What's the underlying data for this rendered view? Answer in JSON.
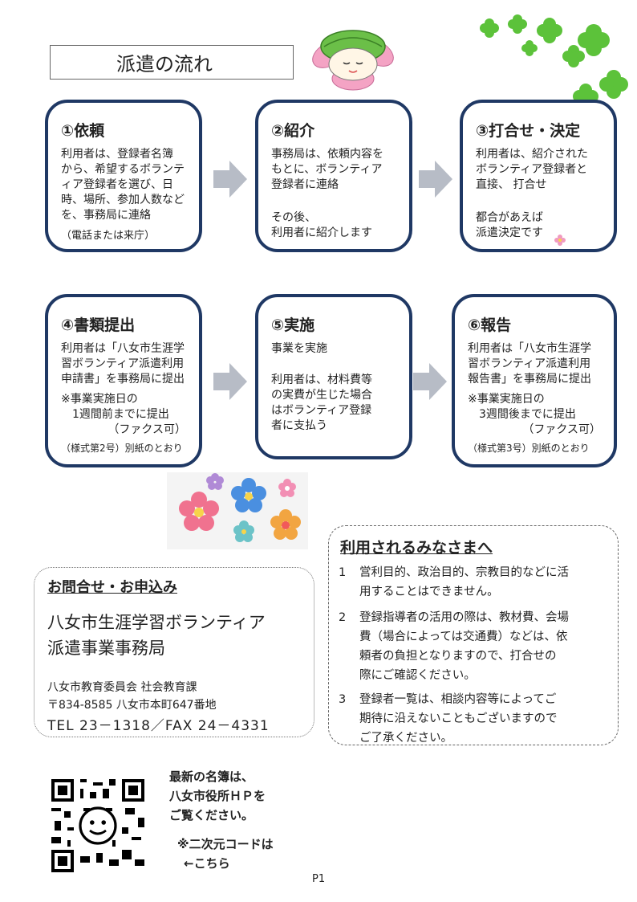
{
  "page_title": "派遣の流れ",
  "steps": [
    {
      "heading": "①依頼",
      "text": "利用者は、登録者名簿\nから、希望するボランテ\nィア登録者を選び、日\n時、場所、参加人数など\nを、事務局に連絡",
      "note": "（電話または来庁）"
    },
    {
      "heading": "②紹介",
      "text": "事務局は、依頼内容を\nもとに、ボランティア\n登録者に連絡",
      "text2": "その後、\n利用者に紹介します"
    },
    {
      "heading": "③打合せ・決定",
      "text": "利用者は、紹介された\nボランティア登録者と\n直接、 打合せ",
      "text2": "都合があえば\n派遣決定です"
    },
    {
      "heading": "④書類提出",
      "text": "利用者は「八女市生涯学\n習ボランティア派遣利用\n申請書」を事務局に提出",
      "note1": "※事業実施日の\n　1週間前までに提出",
      "note2": "（ファクス可）",
      "note3": "（様式第2号）別紙のとおり"
    },
    {
      "heading": "⑤実施",
      "text": "事業を実施",
      "text2": "利用者は、材料費等\nの実費が生じた場合\nはボランティア登録\n者に支払う"
    },
    {
      "heading": "⑥報告",
      "text": "利用者は「八女市生涯学\n習ボランティア派遣利用\n報告書」を事務局に提出",
      "note1": "※事業実施日の\n　3週間後までに提出",
      "note2": "（ファクス可）",
      "note3": "（様式第3号）別紙のとおり"
    }
  ],
  "contact": {
    "heading": "お問合せ・お申込み",
    "office_line1": "八女市生涯学習ボランティア",
    "office_line2": "派遣事業事務局",
    "dept": "八女市教育委員会 社会教育課",
    "address": "〒834-8585 八女市本町647番地",
    "phone": "TEL 23－1318／FAX 24－4331"
  },
  "users": {
    "heading": "利用されるみなさまへ",
    "items": [
      {
        "num": "1",
        "text": "営利目的、政治目的、宗教目的などに活\n用することはできません。"
      },
      {
        "num": "2",
        "text": "登録指導者の活用の際は、教材費、会場\n費（場合によっては交通費）などは、依\n頼者の負担となりますので、打合せの\n際にご確認ください。"
      },
      {
        "num": "3",
        "text": "登録者一覧は、相談内容等によってご\n期待に沿えないこともございますので\nご了承ください。"
      }
    ]
  },
  "qr_note": {
    "line1": "最新の名簿は、",
    "line2": "八女市役所ＨＰを",
    "line3": "ご覧ください。",
    "line4": "※二次元コードは",
    "line5": "←こちら"
  },
  "page_number": "P1",
  "colors": {
    "box_border": "#1f3864",
    "arrow": "#b7bcc6",
    "clover": "#5cc23a",
    "accent_pink": "#f19ac0"
  }
}
